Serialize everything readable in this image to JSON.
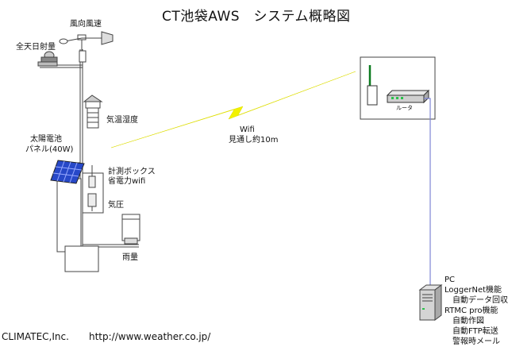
{
  "title": "CT池袋AWS　システム概略図",
  "labels": {
    "wind": "風向風速",
    "radiation": "全天日射量",
    "temp_humidity": "気温湿度",
    "solar_panel_line1": "太陽電池",
    "solar_panel_line2": "パネル(40W)",
    "logger_box_line1": "計測ボックス",
    "logger_box_line2": "省電力wifi",
    "pressure": "気圧",
    "rain": "雨量",
    "wifi_line1": "Wifi",
    "wifi_line2": "見通し約10m",
    "router": "ルータ"
  },
  "pc": {
    "label": "PC",
    "items": [
      {
        "text": "LoggerNet機能",
        "indent": false
      },
      {
        "text": "自動データ回収",
        "indent": true
      },
      {
        "text": "RTMC pro機能",
        "indent": false
      },
      {
        "text": "自動作図",
        "indent": true
      },
      {
        "text": "自動FTP転送",
        "indent": true
      },
      {
        "text": "警報時メール",
        "indent": true
      }
    ]
  },
  "footer": {
    "company": "CLIMATEC,Inc.",
    "url": "http://www.weather.co.jp/"
  },
  "colors": {
    "wifi_bolt": "#f2f200",
    "network_cable": "#7f86d6",
    "solar_panel": "#2748c8",
    "router_light": "#29c24a",
    "router_antenna": "#0b7a1e"
  },
  "icons": [
    "anemometer-icon",
    "pyranometer-icon",
    "radiation-shield-icon",
    "solar-panel-icon",
    "logger-box-icon",
    "barometer-icon",
    "rain-gauge-icon",
    "wifi-bolt-icon",
    "wireless-node-icon",
    "router-icon",
    "pc-tower-icon"
  ]
}
